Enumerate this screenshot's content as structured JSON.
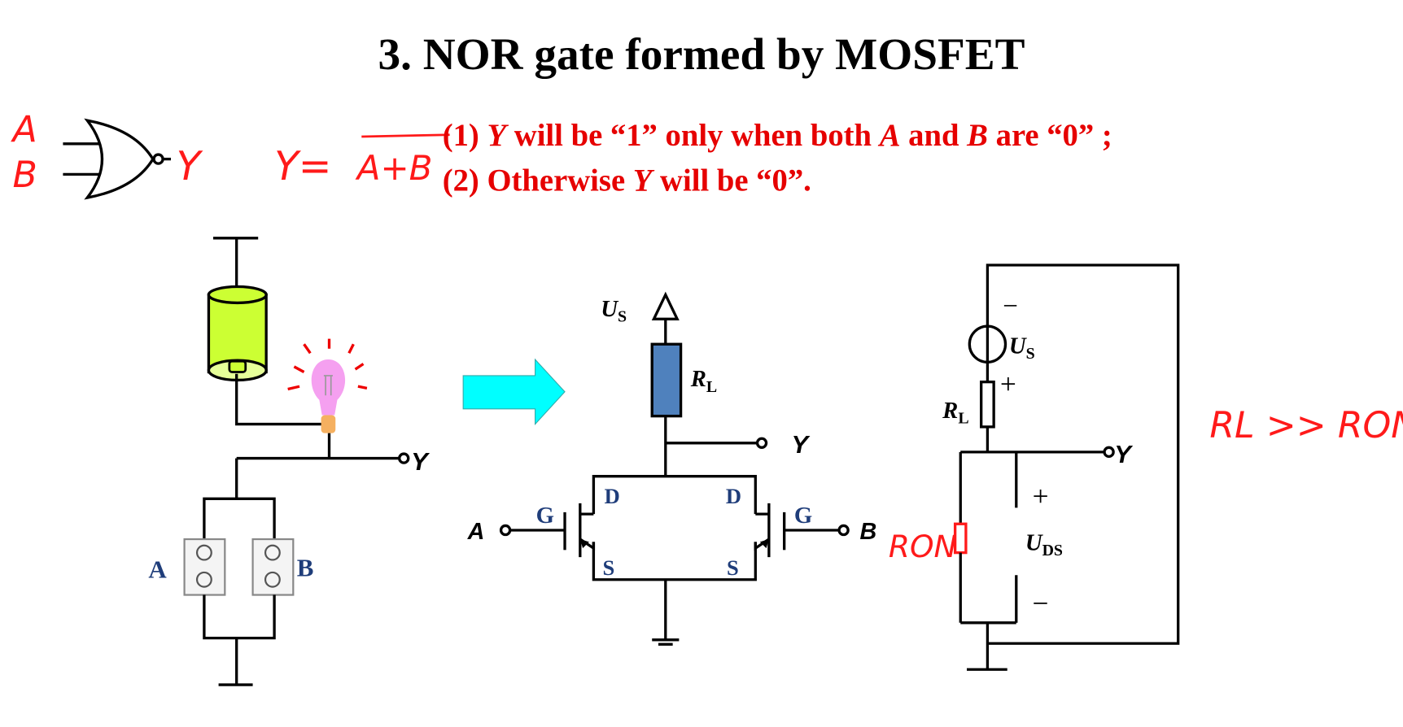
{
  "title": "3. NOR gate formed by MOSFET",
  "handwritten": {
    "input_a": "A",
    "input_b": "B",
    "output_y": "Y",
    "equation_lhs": "Y=",
    "equation_rhs": "A+B",
    "ron_label": "RON",
    "comparison": "RL >> RON"
  },
  "statements": [
    {
      "prefix": "(1) ",
      "y": "Y",
      "text1": " will be “1” only when both ",
      "a": "A",
      "text2": " and ",
      "b": "B",
      "text3": " are “0” ;"
    },
    {
      "prefix": "(2) ",
      "text1": "Otherwise ",
      "y": "Y",
      "text2": " will be “0”."
    }
  ],
  "left_circuit": {
    "switch_a": "A",
    "switch_b": "B",
    "output": "Y"
  },
  "mosfet_circuit": {
    "supply": "U",
    "supply_sub": "S",
    "resistor": "R",
    "resistor_sub": "L",
    "output": "Y",
    "input_a": "A",
    "input_b": "B",
    "drain": "D",
    "gate": "G",
    "source": "S"
  },
  "equivalent_circuit": {
    "supply": "U",
    "supply_sub": "S",
    "resistor": "R",
    "resistor_sub": "L",
    "output": "Y",
    "plus": "+",
    "minus": "−",
    "voltage": "U",
    "voltage_sub": "DS"
  },
  "colors": {
    "emphasis": "#e60000",
    "label_blue": "#1f3d7a",
    "arrow": "#00ffff",
    "resistor": "#4f81bd",
    "battery": "#ccff33",
    "bulb": "#f5a0f0"
  }
}
